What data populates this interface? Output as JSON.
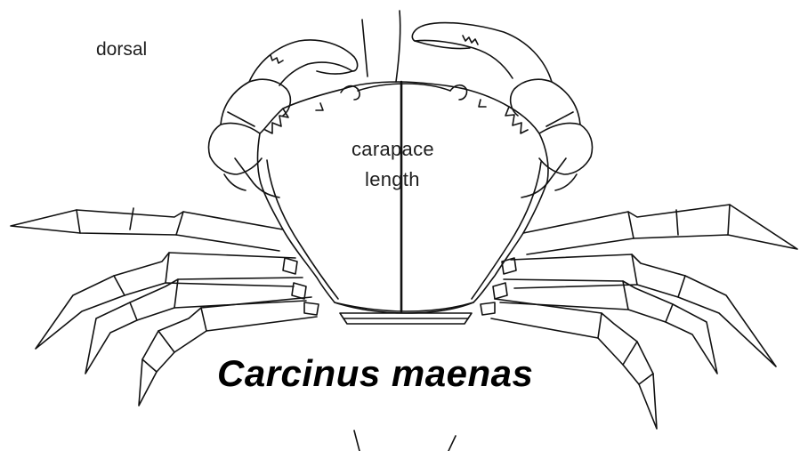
{
  "labels": {
    "view": "dorsal",
    "measurement_line1": "carapace",
    "measurement_line2": "length",
    "species_name": "Carcinus maenas"
  },
  "colors": {
    "ink": "#111111",
    "background": "#ffffff"
  }
}
